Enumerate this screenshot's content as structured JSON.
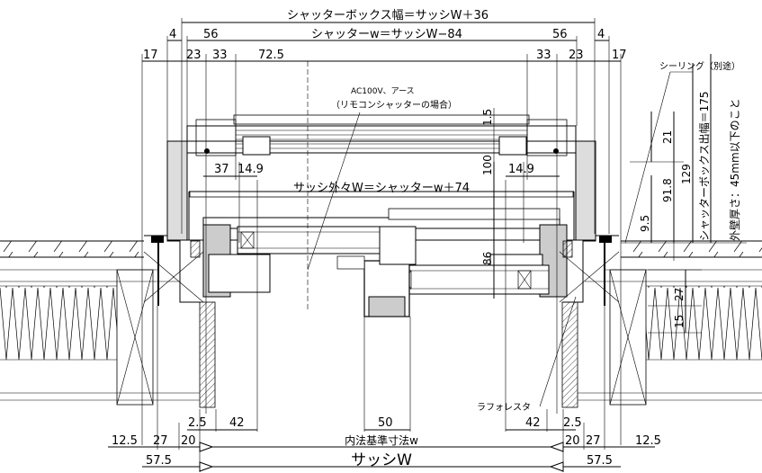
{
  "dims": {
    "shutter_box_width": "シャッターボックス幅＝サッシW＋36",
    "shutter_w": "シャッターw＝サッシW−84",
    "sash_outer_w": "サッシ外々W＝シャッターw＋74",
    "inner_reference": "内法基準寸法w",
    "sash_w": "サッシW",
    "d4_left": "4",
    "d56_left": "56",
    "d17_left": "17",
    "d23_left": "23",
    "d33_left": "33",
    "d72_5": "72.5",
    "d56_right": "56",
    "d4_right": "4",
    "d33_right": "33",
    "d23_right": "23",
    "d17_right": "17",
    "d37": "37",
    "d14_9_left": "14.9",
    "d14_9_right": "14.9",
    "d2_5_left": "2.5",
    "d42_left": "42",
    "d50": "50",
    "d42_right": "42",
    "d2_5_right": "2.5",
    "d12_5_left": "12.5",
    "d27_left": "27",
    "d20_left": "20",
    "d20_right": "20",
    "d27_right": "27",
    "d12_5_right": "12.5",
    "d57_5_left": "57.5",
    "d57_5_right": "57.5",
    "v1_5": "1.5",
    "v21": "21",
    "v100": "100",
    "v129": "129",
    "v91_8": "91.8",
    "v9_5": "9.5",
    "v86": "86",
    "v27": "27",
    "v15": "15"
  },
  "notes": {
    "ac_power": "AC100V、アース",
    "remote_case": "（リモコンシャッターの場合）",
    "sealing": "シーリング（別途）",
    "shutter_box_projection": "シャッターボックス出幅＝175",
    "wall_thickness": "外壁厚さ：45mm以下のこと",
    "lath_board": "ラフォレスタ"
  }
}
